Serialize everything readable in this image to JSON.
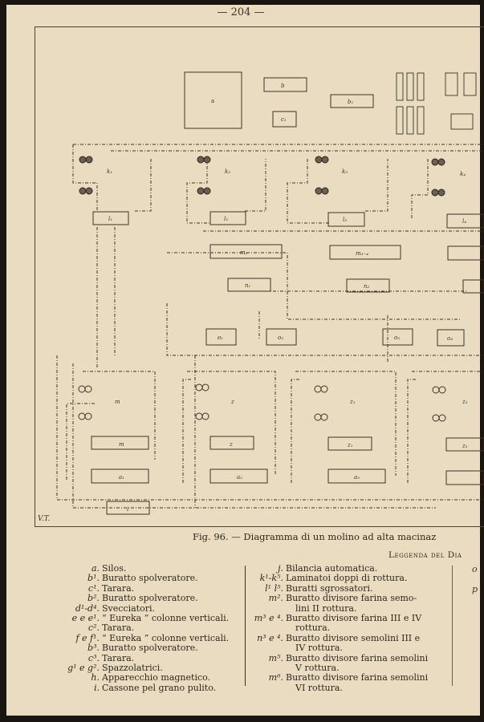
{
  "page_number": "— 204 —",
  "diagram": {
    "signature": "V.T.",
    "labels": {
      "silo": "a",
      "top1": "b",
      "top2": "b₁",
      "small1": "c₁",
      "k1": "k₁",
      "k2": "k₂",
      "k3": "k₃",
      "k4": "k₄",
      "l1": "l₁",
      "l2": "l₂",
      "l3": "l₃",
      "l4": "l₄",
      "m2": "m₂",
      "m34": "m₃₋₄",
      "n1": "n₁",
      "n2": "n₂",
      "o1": "o₁",
      "o2": "o₂",
      "o3": "o₃",
      "o4": "o₄",
      "q1": "m",
      "q2": "z",
      "q3": "z₁",
      "q4": "z₂",
      "r1": "a₁",
      "r2": "a₂",
      "r3": "a₃",
      "bottom": "i"
    }
  },
  "caption": "Fig. 96. — Diagramma di un molino ad alta macinaz",
  "legend_title": "Leggenda del Dia",
  "legend_col1": [
    {
      "key": "a.",
      "text": "Silos."
    },
    {
      "key": "b¹.",
      "text": "Buratto spolveratore."
    },
    {
      "key": "c¹.",
      "text": "Tarara."
    },
    {
      "key": "b².",
      "text": "Buratto spolveratore."
    },
    {
      "key": "d¹-d⁴.",
      "text": "Svecciatori."
    },
    {
      "key": "e e e¹.",
      "text": "“ Eureka ” colonne verticali."
    },
    {
      "key": "c².",
      "text": "Tarara."
    },
    {
      "key": "f e f¹.",
      "text": "“ Eureka ” colonne verticali."
    },
    {
      "key": "b³.",
      "text": "Buratto spolveratore."
    },
    {
      "key": "c³.",
      "text": "Tarara."
    },
    {
      "key": "g¹ e g².",
      "text": "Spazzolatrici."
    },
    {
      "key": "h.",
      "text": "Apparecchio magnetico."
    },
    {
      "key": "i.",
      "text": "Cassone pel grano pulito."
    }
  ],
  "legend_col2": [
    {
      "key": "j.",
      "text": "Bilancia automatica."
    },
    {
      "key": "k¹-k⁵.",
      "text": "Laminatoi doppi di rottura."
    },
    {
      "key": "l¹ l⁵.",
      "text": "Buratti sgrossatori."
    },
    {
      "key": "m².",
      "text": "Buratto divisore farina semo-",
      "cont": "lini II rottura."
    },
    {
      "key": "m³ e ⁴.",
      "text": "Buratto divisore farina III e IV",
      "cont": "rottura."
    },
    {
      "key": "n³ e ⁴.",
      "text": "Buratto divisore semolini III e",
      "cont": "IV rottura."
    },
    {
      "key": "m⁵.",
      "text": "Buratto divisore farina semolini",
      "cont": "V rottura."
    },
    {
      "key": "m⁶.",
      "text": "Buratto divisore farina semolini",
      "cont": "VI rottura."
    }
  ],
  "right_fragments": [
    "o",
    "p"
  ]
}
